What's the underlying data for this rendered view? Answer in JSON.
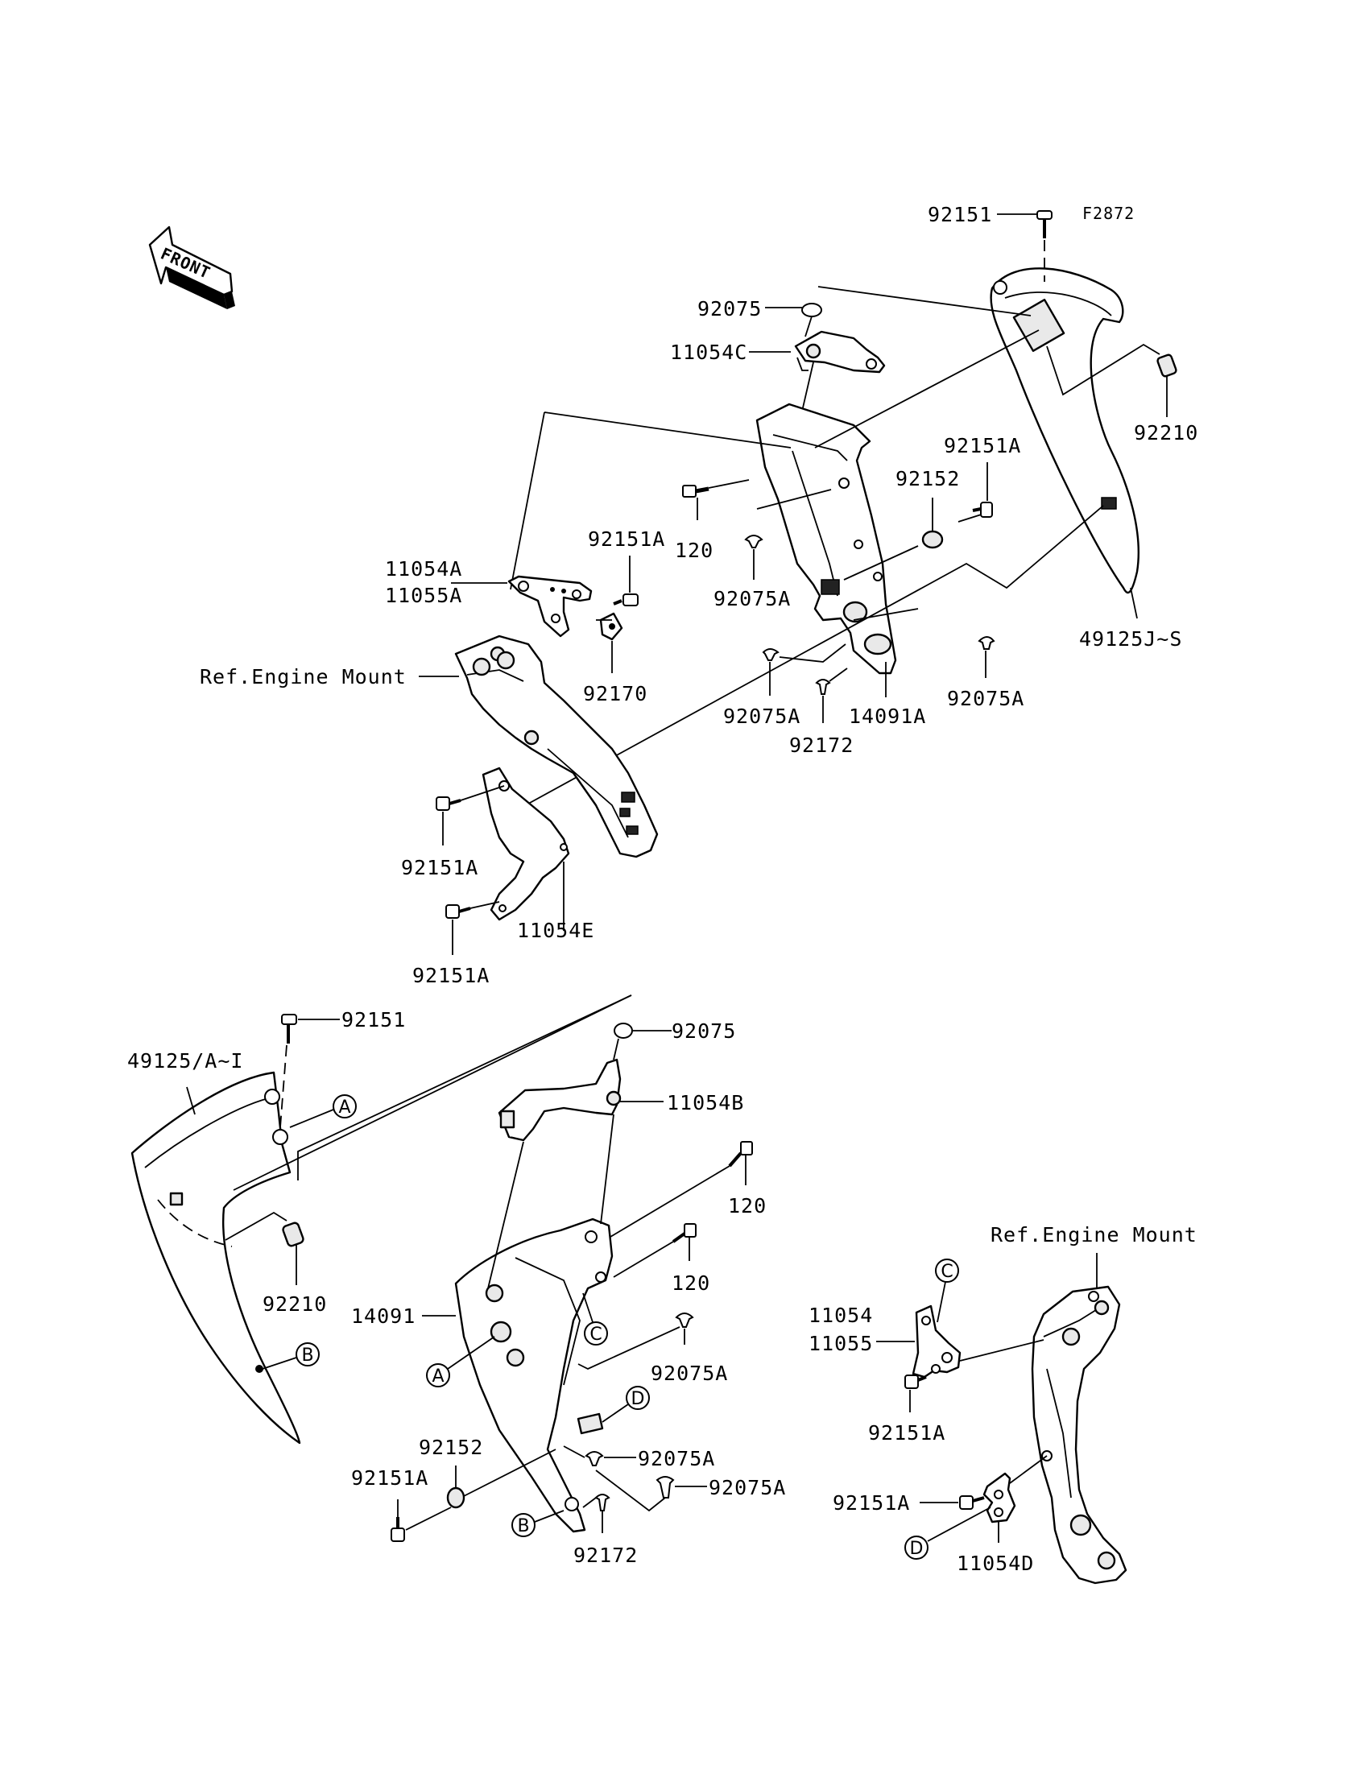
{
  "figure_code": "F2872",
  "front_label": "FRONT",
  "ref_engine_mount_upper": "Ref.Engine Mount",
  "ref_engine_mount_lower": "Ref.Engine Mount",
  "labels": {
    "p92151_top": "92151",
    "p92075_top": "92075",
    "p11054C": "11054C",
    "p92210_top": "92210",
    "p92151A_r": "92151A",
    "p92152_top": "92152",
    "p120_top": "120",
    "p92151A_mid": "92151A",
    "p11054A": "11054A",
    "p11055A": "11055A",
    "p92075A_l": "92075A",
    "p49125JS": "49125J~S",
    "p92170": "92170",
    "p92075A_bl": "92075A",
    "p14091A": "14091A",
    "p92075A_br": "92075A",
    "p92172_top": "92172",
    "p92151A_low1": "92151A",
    "p11054E": "11054E",
    "p92151A_low2": "92151A",
    "p92151_bot": "92151",
    "p92075_bot": "92075",
    "p49125AI": "49125/A~I",
    "p11054B": "11054B",
    "p120_b1": "120",
    "p120_b2": "120",
    "p92210_bot": "92210",
    "p14091": "14091",
    "p92075A_b1": "92075A",
    "p11054": "11054",
    "p11055": "11055",
    "p92151A_br": "92151A",
    "p92152_bot": "92152",
    "p92075A_b2": "92075A",
    "p92151A_bl": "92151A",
    "p92075A_b3": "92075A",
    "p92172_bot": "92172",
    "p92151A_d": "92151A",
    "p11054D": "11054D"
  },
  "callouts": {
    "A": "A",
    "B": "B",
    "C": "C",
    "D": "D"
  }
}
